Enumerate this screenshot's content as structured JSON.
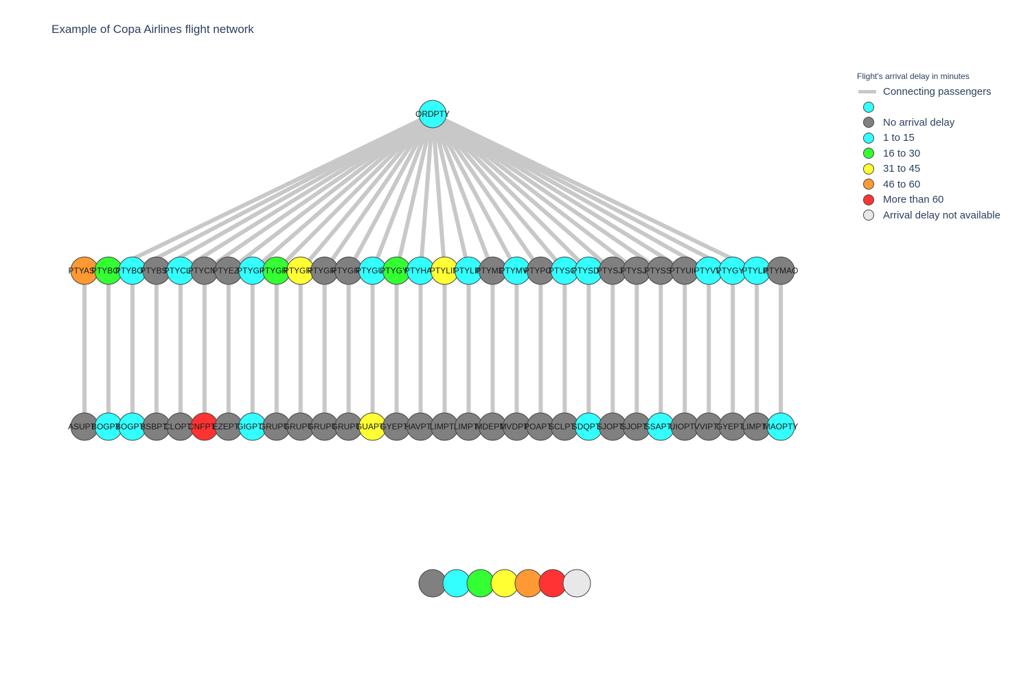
{
  "title": "Example of Copa Airlines flight network",
  "colors": {
    "edge": "#c8c8c8",
    "no_delay": "#808080",
    "d1_15": "#33ffff",
    "d16_30": "#33ff33",
    "d31_45": "#ffff33",
    "d46_60": "#ff9933",
    "d60_plus": "#ff3333",
    "na": "#e8e8e8"
  },
  "legend": {
    "title": "Flight's arrival delay in minutes",
    "items": [
      {
        "kind": "line",
        "label": "Connecting passengers",
        "color": "edge"
      },
      {
        "kind": "dot",
        "label": "",
        "color": "d1_15"
      },
      {
        "kind": "dot",
        "label": "No arrival delay",
        "color": "no_delay"
      },
      {
        "kind": "dot",
        "label": "1 to 15",
        "color": "d1_15"
      },
      {
        "kind": "dot",
        "label": "16 to 30",
        "color": "d16_30"
      },
      {
        "kind": "dot",
        "label": "31 to 45",
        "color": "d31_45"
      },
      {
        "kind": "dot",
        "label": "46 to 60",
        "color": "d46_60"
      },
      {
        "kind": "dot",
        "label": "More than 60",
        "color": "d60_plus"
      },
      {
        "kind": "dot",
        "label": "Arrival delay not available",
        "color": "na"
      }
    ]
  },
  "network": {
    "root": {
      "label": "ORDPTY",
      "color": "d1_15"
    },
    "middle": [
      {
        "label": "PTYASU",
        "color": "d46_60"
      },
      {
        "label": "PTYBOG",
        "color": "d16_30"
      },
      {
        "label": "PTYBOG",
        "color": "d1_15"
      },
      {
        "label": "PTYBSB",
        "color": "no_delay"
      },
      {
        "label": "PTYCLO",
        "color": "d1_15"
      },
      {
        "label": "PTYCNF",
        "color": "no_delay"
      },
      {
        "label": "PTYEZE",
        "color": "no_delay"
      },
      {
        "label": "PTYGIG",
        "color": "d1_15"
      },
      {
        "label": "PTYGRU",
        "color": "d16_30"
      },
      {
        "label": "PTYGRU",
        "color": "d31_45"
      },
      {
        "label": "PTYGRU",
        "color": "no_delay"
      },
      {
        "label": "PTYGRU",
        "color": "no_delay"
      },
      {
        "label": "PTYGUA",
        "color": "d1_15"
      },
      {
        "label": "PTYGYE",
        "color": "d16_30"
      },
      {
        "label": "PTYHAV",
        "color": "d1_15"
      },
      {
        "label": "PTYLIM",
        "color": "d31_45"
      },
      {
        "label": "PTYLIM",
        "color": "d1_15"
      },
      {
        "label": "PTYMDE",
        "color": "no_delay"
      },
      {
        "label": "PTYMVD",
        "color": "d1_15"
      },
      {
        "label": "PTYPOA",
        "color": "no_delay"
      },
      {
        "label": "PTYSCL",
        "color": "d1_15"
      },
      {
        "label": "PTYSDQ",
        "color": "d1_15"
      },
      {
        "label": "PTYSJO",
        "color": "no_delay"
      },
      {
        "label": "PTYSJO",
        "color": "no_delay"
      },
      {
        "label": "PTYSSA",
        "color": "no_delay"
      },
      {
        "label": "PTYUIO",
        "color": "no_delay"
      },
      {
        "label": "PTYVVI",
        "color": "d1_15"
      },
      {
        "label": "PTYGYE",
        "color": "d1_15"
      },
      {
        "label": "PTYLIM",
        "color": "d1_15"
      },
      {
        "label": "PTYMAO",
        "color": "no_delay"
      }
    ],
    "bottom": [
      {
        "label": "ASUPTY",
        "color": "no_delay"
      },
      {
        "label": "BOGPTY",
        "color": "d1_15"
      },
      {
        "label": "BOGPTY",
        "color": "d1_15"
      },
      {
        "label": "BSBPTY",
        "color": "no_delay"
      },
      {
        "label": "CLOPTY",
        "color": "no_delay"
      },
      {
        "label": "CNFPTY",
        "color": "d60_plus"
      },
      {
        "label": "EZEPTY",
        "color": "no_delay"
      },
      {
        "label": "GIGPTY",
        "color": "d1_15"
      },
      {
        "label": "GRUPTY",
        "color": "no_delay"
      },
      {
        "label": "GRUPTY",
        "color": "no_delay"
      },
      {
        "label": "GRUPTY",
        "color": "no_delay"
      },
      {
        "label": "GRUPTY",
        "color": "no_delay"
      },
      {
        "label": "GUAPTY",
        "color": "d31_45"
      },
      {
        "label": "GYEPTY",
        "color": "no_delay"
      },
      {
        "label": "HAVPTY",
        "color": "no_delay"
      },
      {
        "label": "LIMPTY",
        "color": "no_delay"
      },
      {
        "label": "LIMPTY",
        "color": "no_delay"
      },
      {
        "label": "MDEPTY",
        "color": "no_delay"
      },
      {
        "label": "MVDPTY",
        "color": "no_delay"
      },
      {
        "label": "POAPTY",
        "color": "no_delay"
      },
      {
        "label": "SCLPTY",
        "color": "no_delay"
      },
      {
        "label": "SDQPTY",
        "color": "d1_15"
      },
      {
        "label": "SJOPTY",
        "color": "no_delay"
      },
      {
        "label": "SJOPTY",
        "color": "no_delay"
      },
      {
        "label": "SSAPTY",
        "color": "d1_15"
      },
      {
        "label": "UIOPTY",
        "color": "no_delay"
      },
      {
        "label": "VVIPTY",
        "color": "no_delay"
      },
      {
        "label": "GYEPTY",
        "color": "no_delay"
      },
      {
        "label": "LIMPTY",
        "color": "no_delay"
      },
      {
        "label": "MAOPTY",
        "color": "d1_15"
      }
    ],
    "color_scale": [
      "no_delay",
      "d1_15",
      "d16_30",
      "d31_45",
      "d46_60",
      "d60_plus",
      "na"
    ]
  }
}
